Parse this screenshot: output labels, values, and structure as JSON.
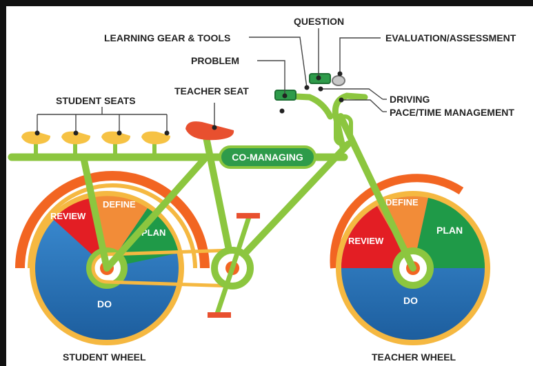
{
  "labels": {
    "question": "QUESTION",
    "learning_gear": "LEARNING GEAR & TOOLS",
    "evaluation": "EVALUATION/ASSESSMENT",
    "problem": "PROBLEM",
    "teacher_seat": "TEACHER SEAT",
    "driving": "DRIVING",
    "pace": "PACE/TIME MANAGEMENT",
    "student_seats": "STUDENT SEATS",
    "co_managing": "CO-MANAGING",
    "student_wheel": "STUDENT WHEEL",
    "teacher_wheel": "TEACHER WHEEL"
  },
  "student_wheel": {
    "review": "REVIEW",
    "define": "DEFINE",
    "plan": "PLAN",
    "do": "DO"
  },
  "teacher_wheel": {
    "review": "REVIEW",
    "define": "DEFINE",
    "plan": "PLAN",
    "do": "DO"
  },
  "colors": {
    "frame": "#8cc63f",
    "frame_dark": "#5fa52b",
    "review": "#e31e24",
    "define": "#f28c38",
    "plan": "#1f9a48",
    "do": "#2a78c2",
    "do_dark": "#1d5e9e",
    "rim": "#f5b841",
    "fender": "#f26522",
    "seat_student": "#f6c244",
    "seat_teacher": "#e8502f",
    "bar_green": "#2e9b4a"
  }
}
